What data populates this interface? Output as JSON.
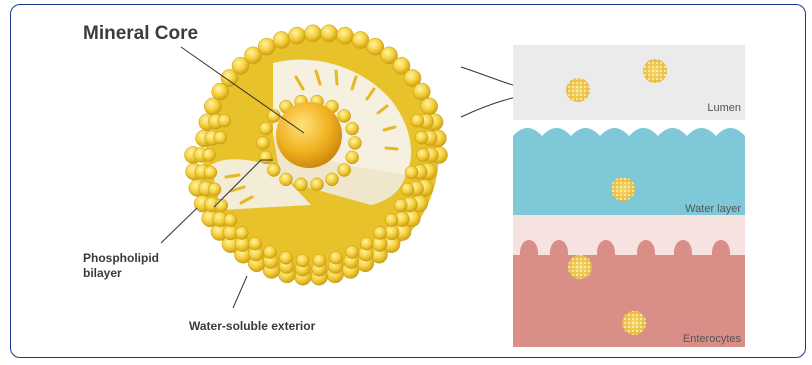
{
  "labels": {
    "mineral_core": "Mineral Core",
    "phospholipid_line1": "Phospholipid",
    "phospholipid_line2": "bilayer",
    "water_soluble": "Water-soluble exterior",
    "lumen": "Lumen",
    "water_layer": "Water layer",
    "enterocytes": "Enterocytes"
  },
  "colors": {
    "frame_border": "#1d3a8a",
    "lumen_bg": "#ececec",
    "water_bg": "#7ec8d8",
    "enterocyte_bg": "#f6e3e0",
    "villi": "#d98e88",
    "particle": "#f2cc52"
  }
}
